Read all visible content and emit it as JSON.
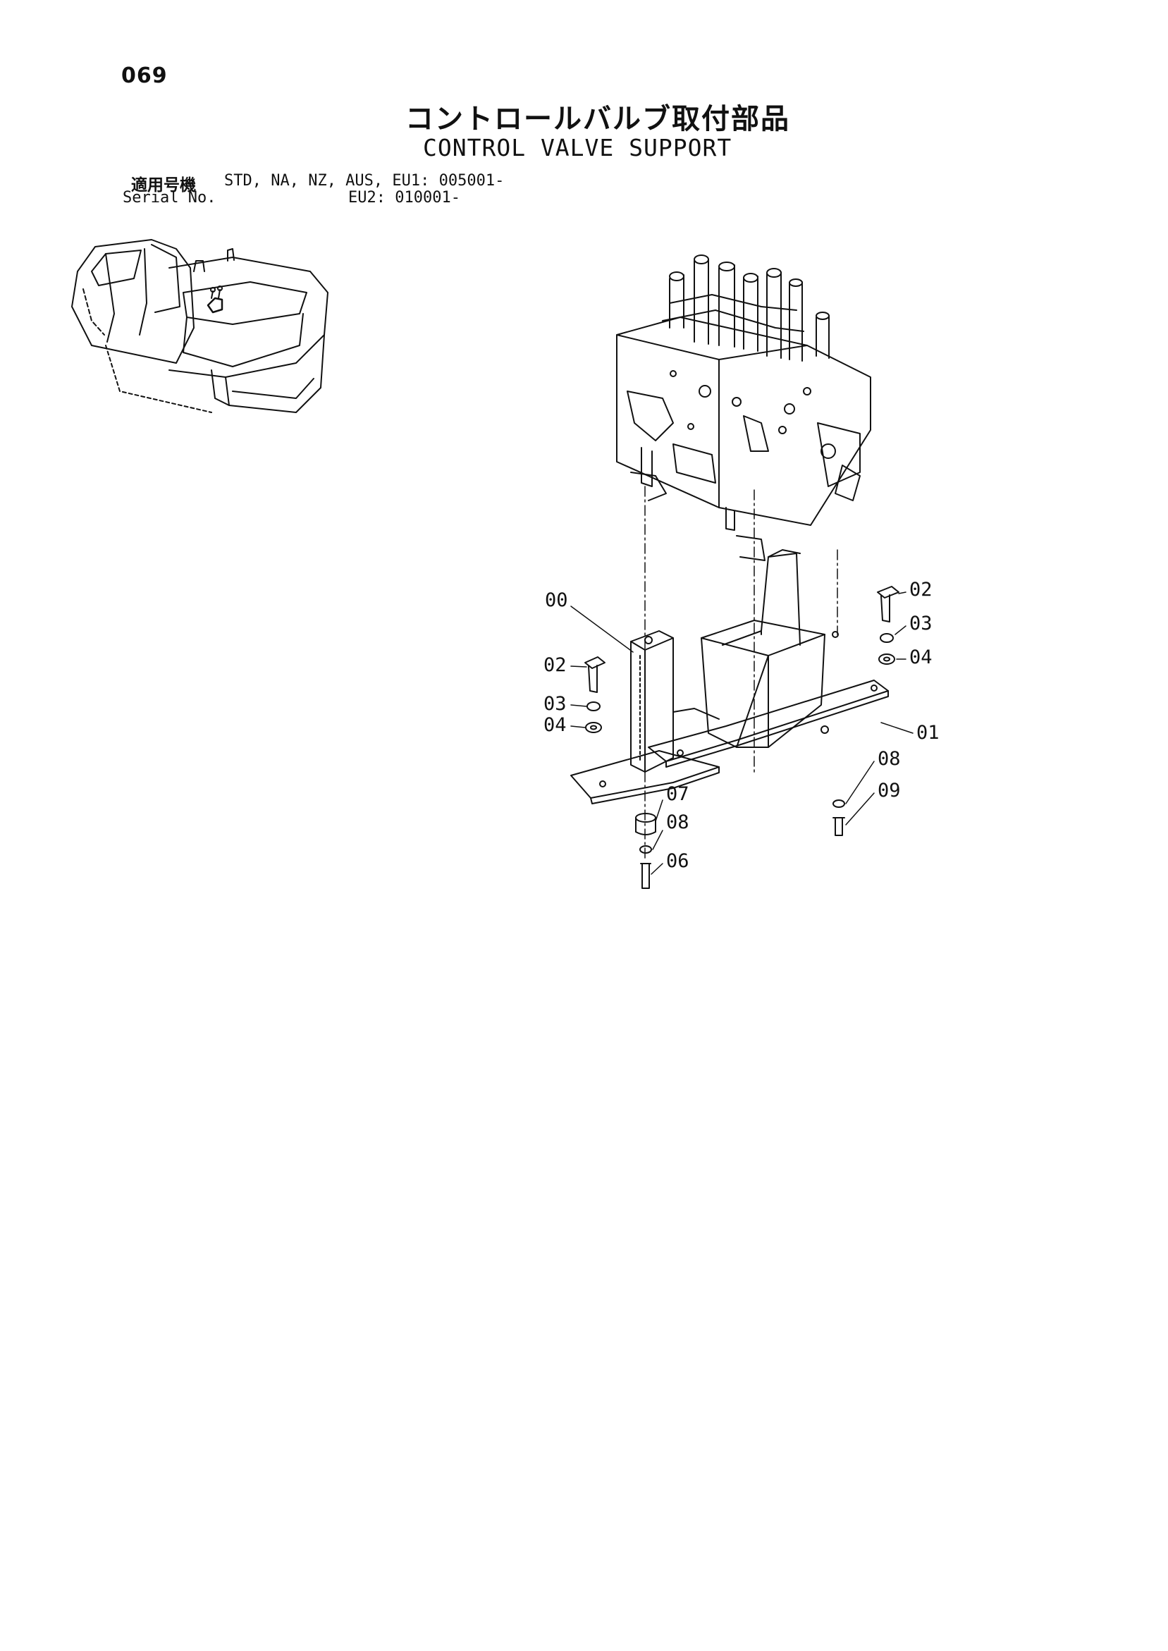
{
  "page": {
    "number": "069",
    "title_jp": "コントロールバルブ取付部品",
    "title_en": "CONTROL VALVE SUPPORT"
  },
  "serial": {
    "label_jp": "適用号機",
    "line1": "STD, NA, NZ, AUS, EU1: 005001-",
    "label_en": "Serial No.",
    "line2": "EU2: 010001-"
  },
  "callouts": {
    "c00": "00",
    "c01": "01",
    "c02_right": "02",
    "c03_right": "03",
    "c04_right": "04",
    "c02_left": "02",
    "c03_left": "03",
    "c04_left": "04",
    "c07": "07",
    "c08_left": "08",
    "c06": "06",
    "c08_right": "08",
    "c09": "09"
  },
  "colors": {
    "ink": "#111111",
    "paper": "#ffffff"
  }
}
